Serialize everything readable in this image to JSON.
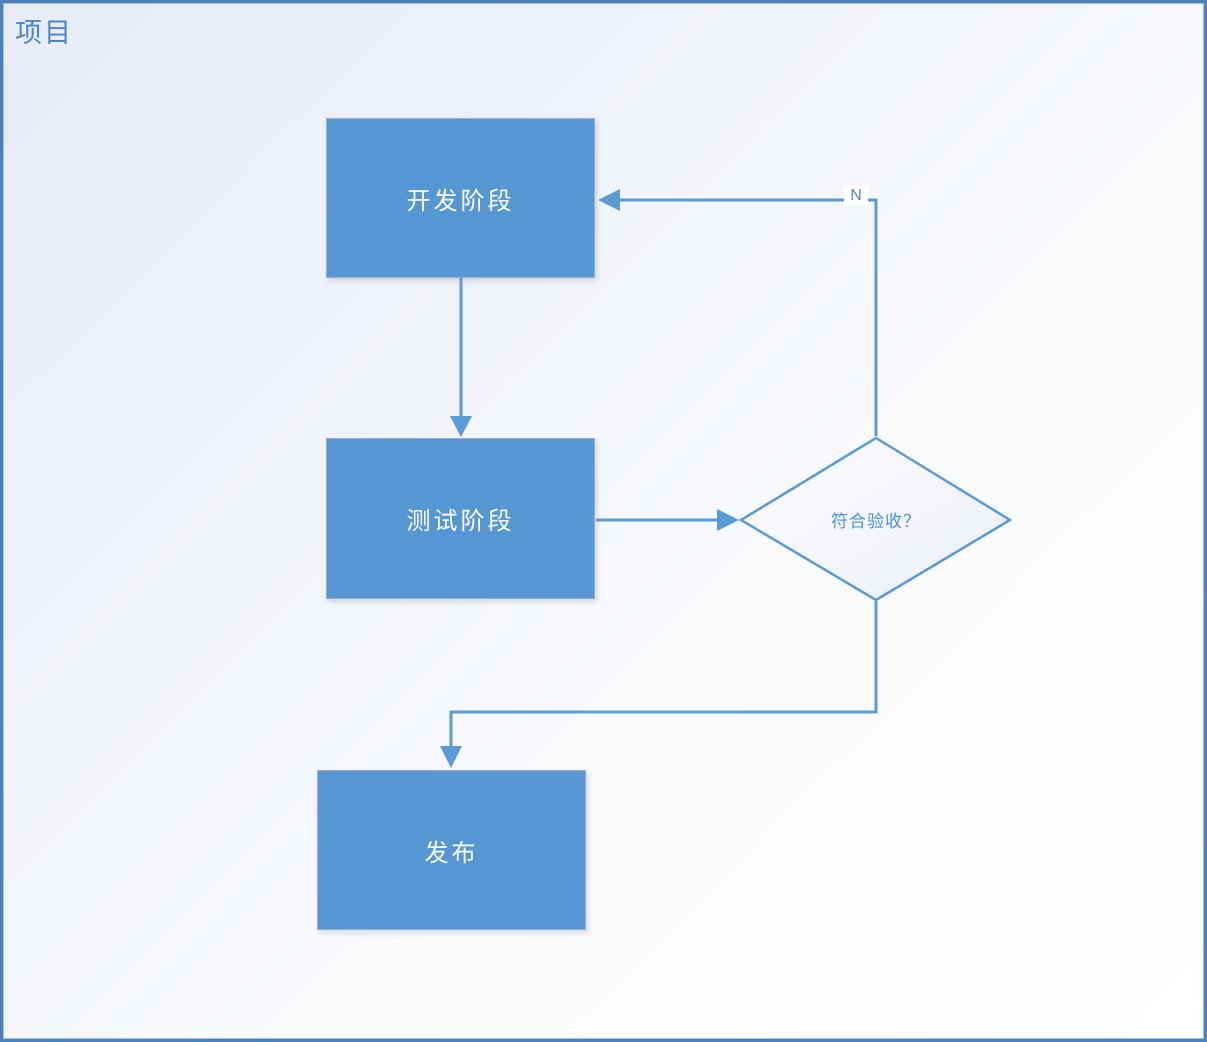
{
  "page": {
    "title": "项目"
  },
  "flowchart": {
    "nodes": [
      {
        "id": "dev",
        "type": "process",
        "label": "开发阶段"
      },
      {
        "id": "test",
        "type": "process",
        "label": "测试阶段"
      },
      {
        "id": "decision",
        "type": "decision",
        "label": "符合验收？"
      },
      {
        "id": "release",
        "type": "process",
        "label": "发布"
      }
    ],
    "edges": [
      {
        "from": "dev",
        "to": "test",
        "label": ""
      },
      {
        "from": "test",
        "to": "decision",
        "label": ""
      },
      {
        "from": "decision",
        "to": "dev",
        "label": "N"
      },
      {
        "from": "decision",
        "to": "release",
        "label": ""
      }
    ],
    "edge_labels": {
      "no": "N"
    }
  },
  "colors": {
    "frame_border": "#4d82b8",
    "canvas_gradient_start": "#e6ebf5",
    "canvas_gradient_end": "#ffffff",
    "node_fill": "#5697d3",
    "node_text": "#ffffff",
    "connector": "#5b9bd5",
    "decision_fill_start": "#fbfcfe",
    "decision_fill_end": "#eceff6",
    "decision_text": "#4a90d9",
    "title_text": "#4a86c8"
  }
}
